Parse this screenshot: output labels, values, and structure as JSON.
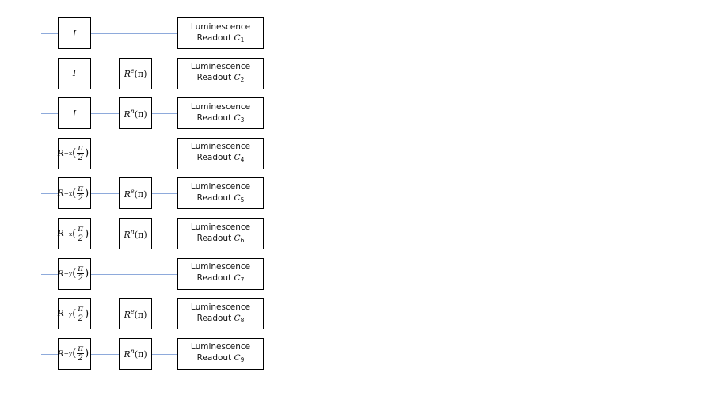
{
  "readout_label": "Luminescence",
  "readout_prefix": "Readout",
  "rows": [
    {
      "gate1": {
        "type": "I",
        "label": "I"
      },
      "gate2": null,
      "c": "1"
    },
    {
      "gate1": {
        "type": "I",
        "label": "I"
      },
      "gate2": {
        "base": "R",
        "sup": "e",
        "arg": "(π)"
      },
      "c": "2"
    },
    {
      "gate1": {
        "type": "I",
        "label": "I"
      },
      "gate2": {
        "base": "R",
        "sup": "n",
        "arg": "(π)"
      },
      "c": "3"
    },
    {
      "gate1": {
        "type": "rot",
        "base": "R",
        "sub": "−x",
        "num": "π",
        "den": "2"
      },
      "gate2": null,
      "c": "4"
    },
    {
      "gate1": {
        "type": "rot",
        "base": "R",
        "sub": "−x",
        "num": "π",
        "den": "2"
      },
      "gate2": {
        "base": "R",
        "sup": "e",
        "arg": "(π)"
      },
      "c": "5"
    },
    {
      "gate1": {
        "type": "rot",
        "base": "R",
        "sub": "−x",
        "num": "π",
        "den": "2"
      },
      "gate2": {
        "base": "R",
        "sup": "n",
        "arg": "(π)"
      },
      "c": "6"
    },
    {
      "gate1": {
        "type": "rot",
        "base": "R",
        "sub": "−y",
        "num": "π",
        "den": "2"
      },
      "gate2": null,
      "c": "7"
    },
    {
      "gate1": {
        "type": "rot",
        "base": "R",
        "sub": "−y",
        "num": "π",
        "den": "2"
      },
      "gate2": {
        "base": "R",
        "sup": "e",
        "arg": "(π)"
      },
      "c": "8"
    },
    {
      "gate1": {
        "type": "rot",
        "base": "R",
        "sub": "−y",
        "num": "π",
        "den": "2"
      },
      "gate2": {
        "base": "R",
        "sup": "n",
        "arg": "(π)"
      },
      "c": "9"
    }
  ]
}
